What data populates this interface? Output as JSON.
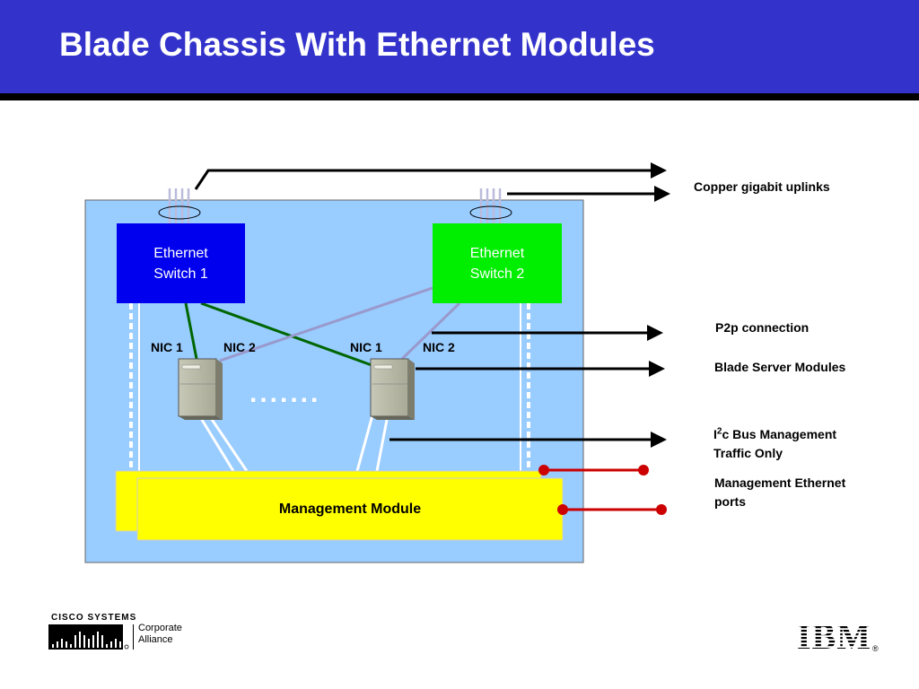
{
  "title": "Blade Chassis With Ethernet Modules",
  "switches": [
    {
      "line1": "Ethernet",
      "line2": "Switch 1",
      "color": "#0000ee"
    },
    {
      "line1": "Ethernet",
      "line2": "Switch 2",
      "color": "#00ee00"
    }
  ],
  "nics": {
    "server1_nic1": "NIC 1",
    "server1_nic2": "NIC 2",
    "server2_nic1": "NIC 1",
    "server2_nic2": "NIC 2"
  },
  "dots": ".......",
  "management_module": "Management Module",
  "legend": {
    "copper": "Copper gigabit uplinks",
    "p2p": "P2p connection",
    "blade": "Blade Server Modules",
    "i2c_prefix": "I",
    "i2c_sup": "2",
    "i2c_rest": "c Bus Management",
    "i2c_line2": "Traffic Only",
    "mgmt_eth_line1": "Management Ethernet",
    "mgmt_eth_line2": "ports"
  },
  "footer": {
    "cisco_name": "CISCO SYSTEMS",
    "corp_line1": "Corporate",
    "corp_line2": "Alliance",
    "ibm": "IBM"
  },
  "colors": {
    "header": "#3333cc",
    "chassis": "#99ccff",
    "management": "#ffff00",
    "link_switch1": "#006600",
    "link_switch2": "#9999cc",
    "mgmt_ports": "#cc0000"
  }
}
